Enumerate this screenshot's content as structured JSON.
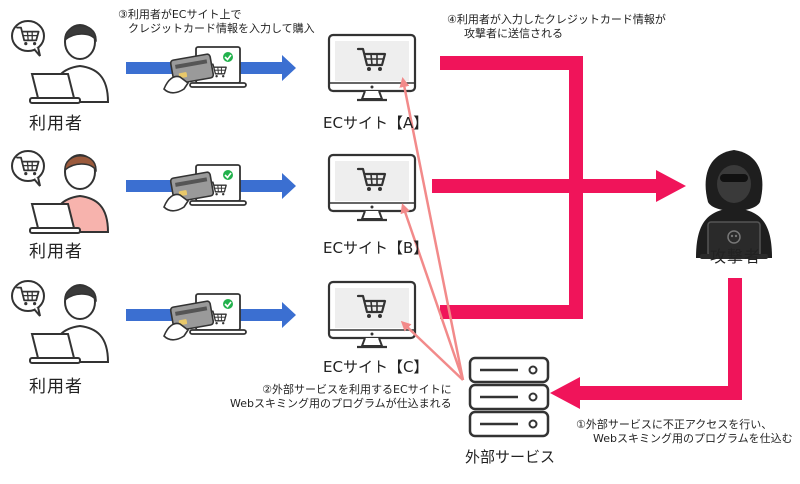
{
  "users": [
    {
      "label": "利用者",
      "hair": "#3a3a3a",
      "shirt": "#ffffff"
    },
    {
      "label": "利用者",
      "hair": "#9b5a3c",
      "shirt": "#f7b3ad"
    },
    {
      "label": "利用者",
      "hair": "#3a3a3a",
      "shirt": "#ffffff"
    }
  ],
  "sites": [
    "ECサイト【A】",
    "ECサイト【B】",
    "ECサイト【C】"
  ],
  "attacker_label": "攻撃者",
  "external_service_label": "外部サービス",
  "steps": {
    "step1": [
      "①外部サービスに不正アクセスを行い、",
      "Webスキミング用のプログラムを仕込む"
    ],
    "step2": [
      "②外部サービスを利用するECサイトに",
      "Webスキミング用のプログラムが仕込まれる"
    ],
    "step3": [
      "③利用者がECサイト上で",
      "クレジットカード情報を入力して購入"
    ],
    "step4": [
      "④利用者が入力したクレジットカード情報が",
      "攻撃者に送信される"
    ]
  },
  "colors": {
    "blue_arrow": "#3b6fd1",
    "magenta_arrow": "#f0145a",
    "pink_arrow": "#f28a8a",
    "line": "#333333",
    "check": "#22b14c"
  }
}
